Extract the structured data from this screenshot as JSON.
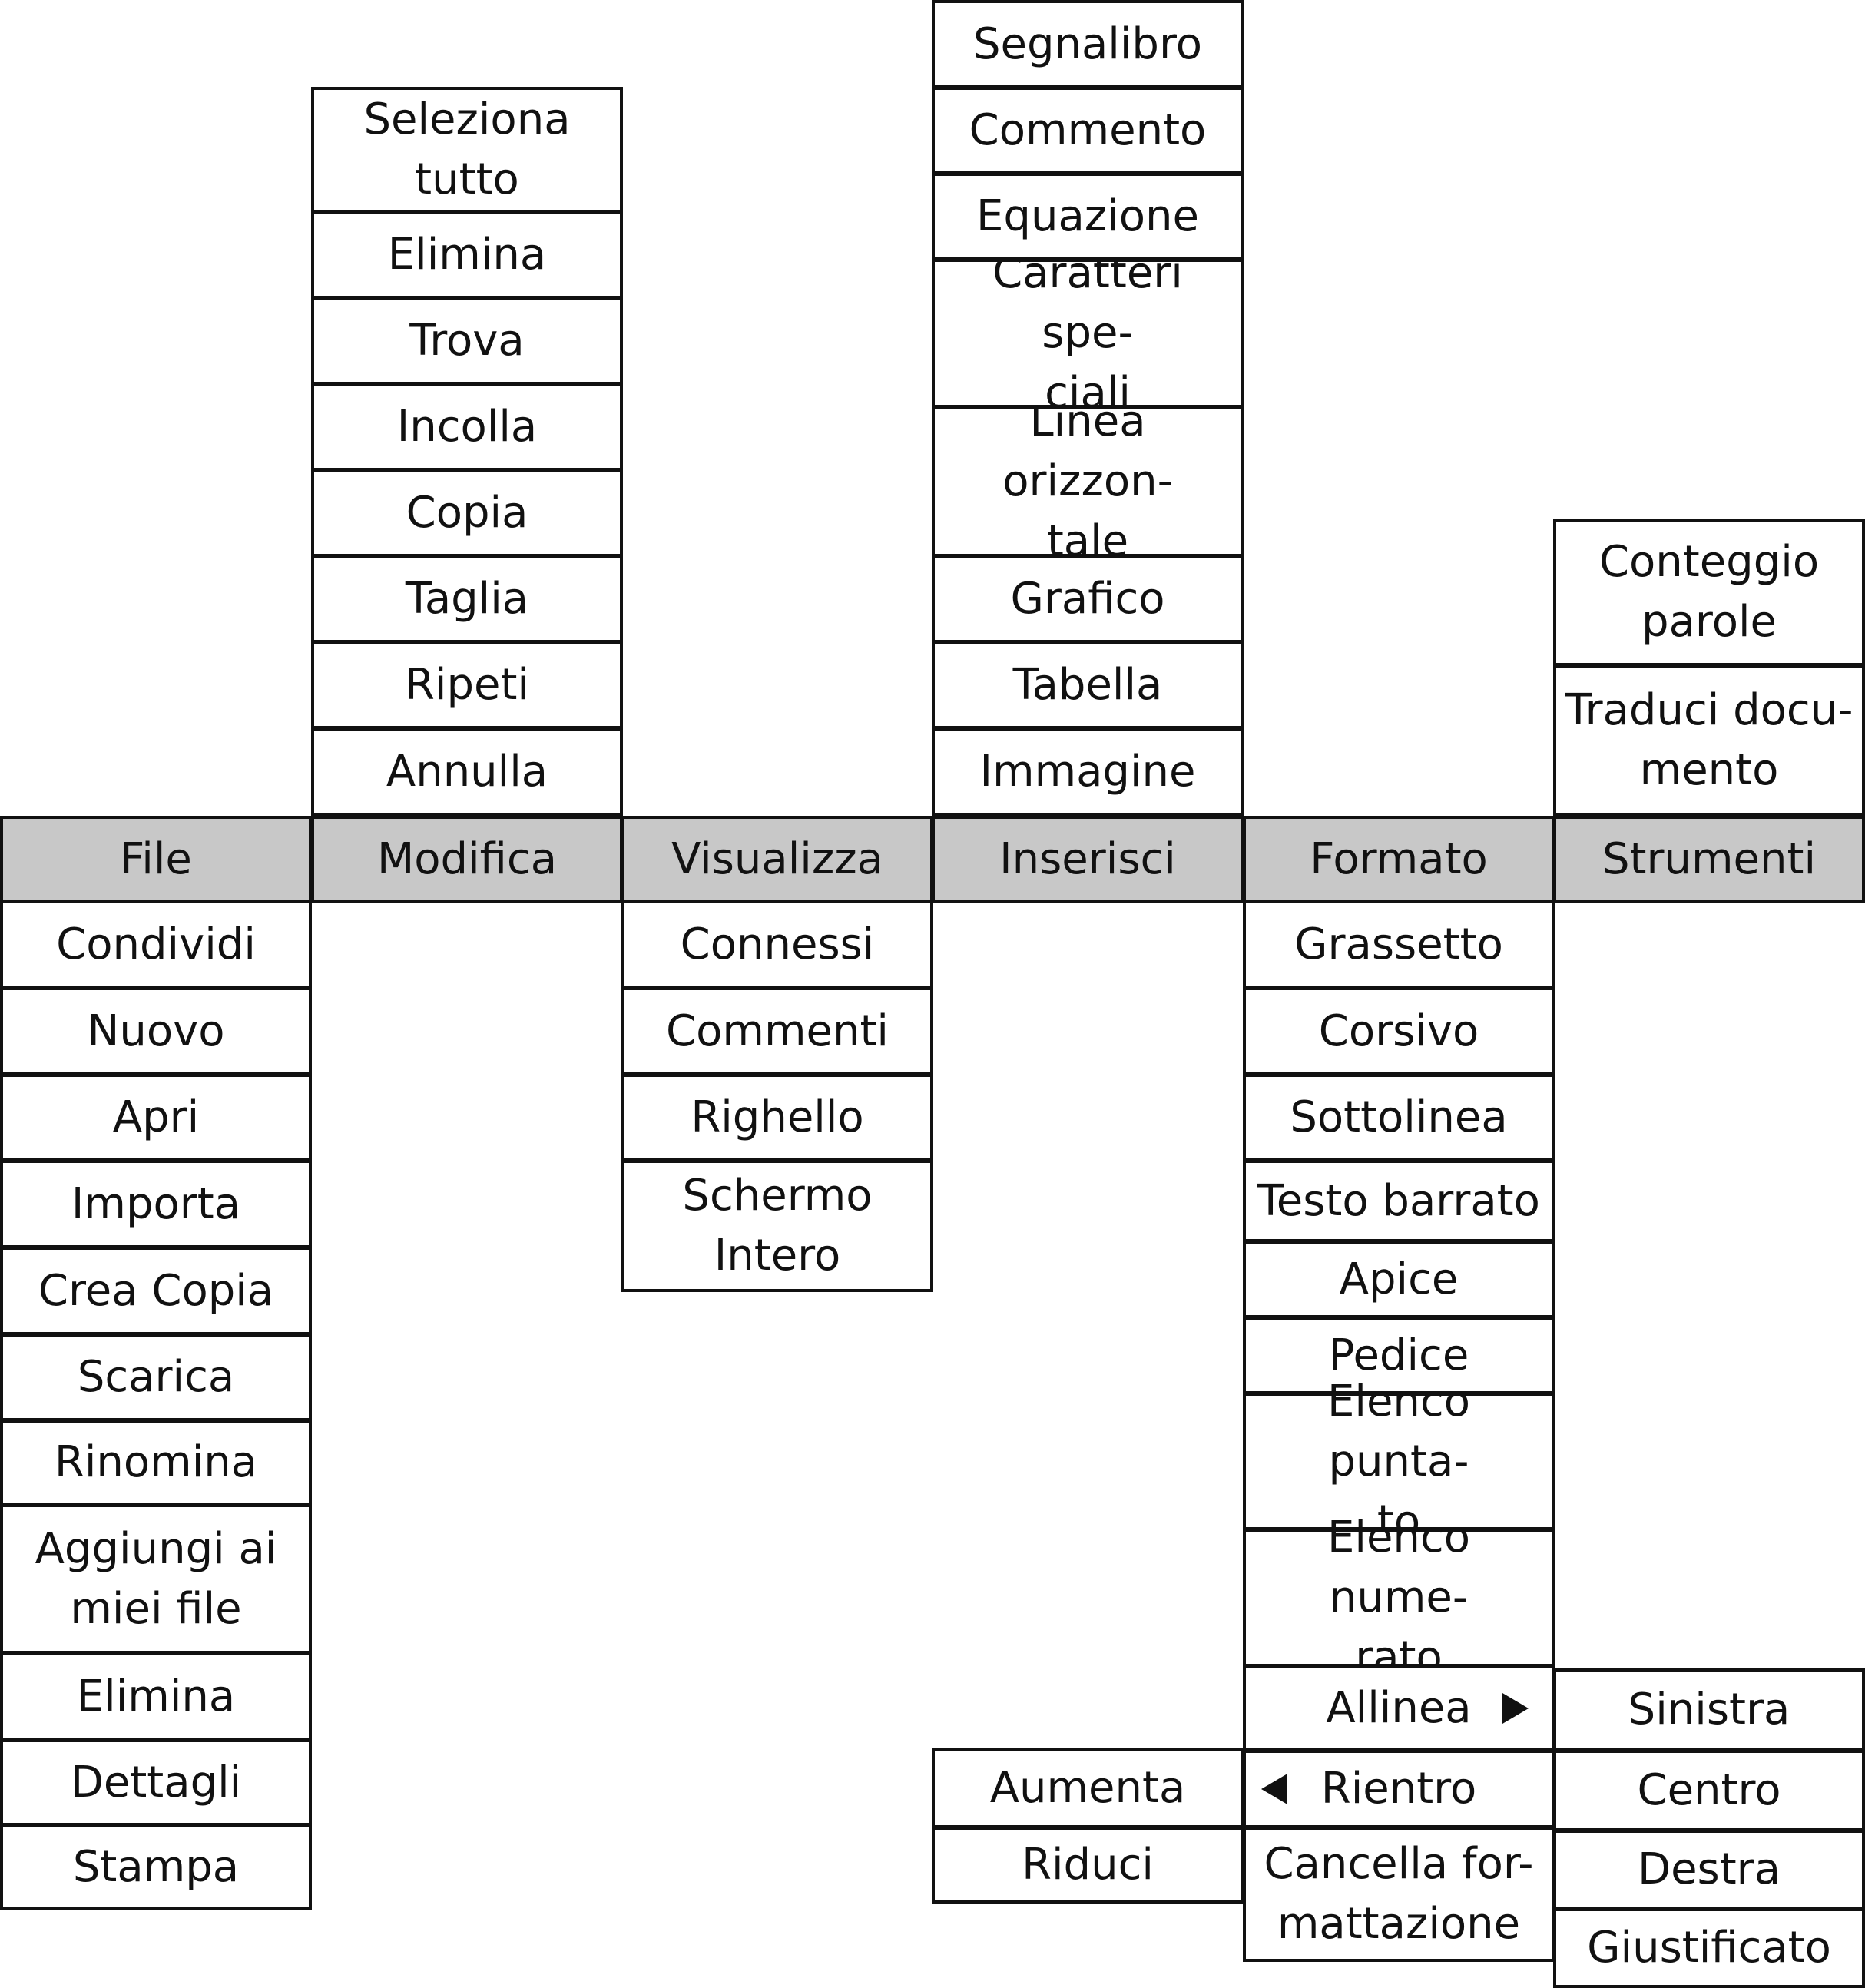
{
  "menubar": [
    {
      "id": "file",
      "label": "File"
    },
    {
      "id": "modifica",
      "label": "Modifica"
    },
    {
      "id": "visualizza",
      "label": "Visualizza"
    },
    {
      "id": "inserisci",
      "label": "Inserisci"
    },
    {
      "id": "formato",
      "label": "Formato"
    },
    {
      "id": "strumenti",
      "label": "Strumenti"
    }
  ],
  "menus": {
    "file": [
      "Condividi",
      "Nuovo",
      "Apri",
      "Importa",
      "Crea Copia",
      "Scarica",
      "Rinomina",
      "Aggiungi ai\nmiei file",
      "Elimina",
      "Dettagli",
      "Stampa"
    ],
    "modifica": [
      "Annulla",
      "Ripeti",
      "Taglia",
      "Copia",
      "Incolla",
      "Trova",
      "Elimina",
      "Seleziona\ntutto"
    ],
    "visualizza": [
      "Connessi",
      "Commenti",
      "Righello",
      "Schermo\nIntero"
    ],
    "inserisci": [
      "Immagine",
      "Tabella",
      "Grafico",
      "Linea orizzon-\ntale",
      "Caratteri spe-\nciali",
      "Equazione",
      "Commento",
      "Segnalibro"
    ],
    "formato": [
      "Grassetto",
      "Corsivo",
      "Sottolinea",
      "Testo barrato",
      "Apice",
      "Pedice",
      "Elenco punta-\nto",
      "Elenco nume-\nrato",
      "Allinea",
      "Rientro",
      "Cancella for-\nmattazione"
    ],
    "strumenti": [
      "Traduci docu-\nmento",
      "Conteggio\nparole"
    ]
  },
  "submenus": {
    "allinea": [
      "Sinistra",
      "Centro",
      "Destra",
      "Giustificato"
    ],
    "rientro": [
      "Aumenta",
      "Riduci"
    ]
  }
}
